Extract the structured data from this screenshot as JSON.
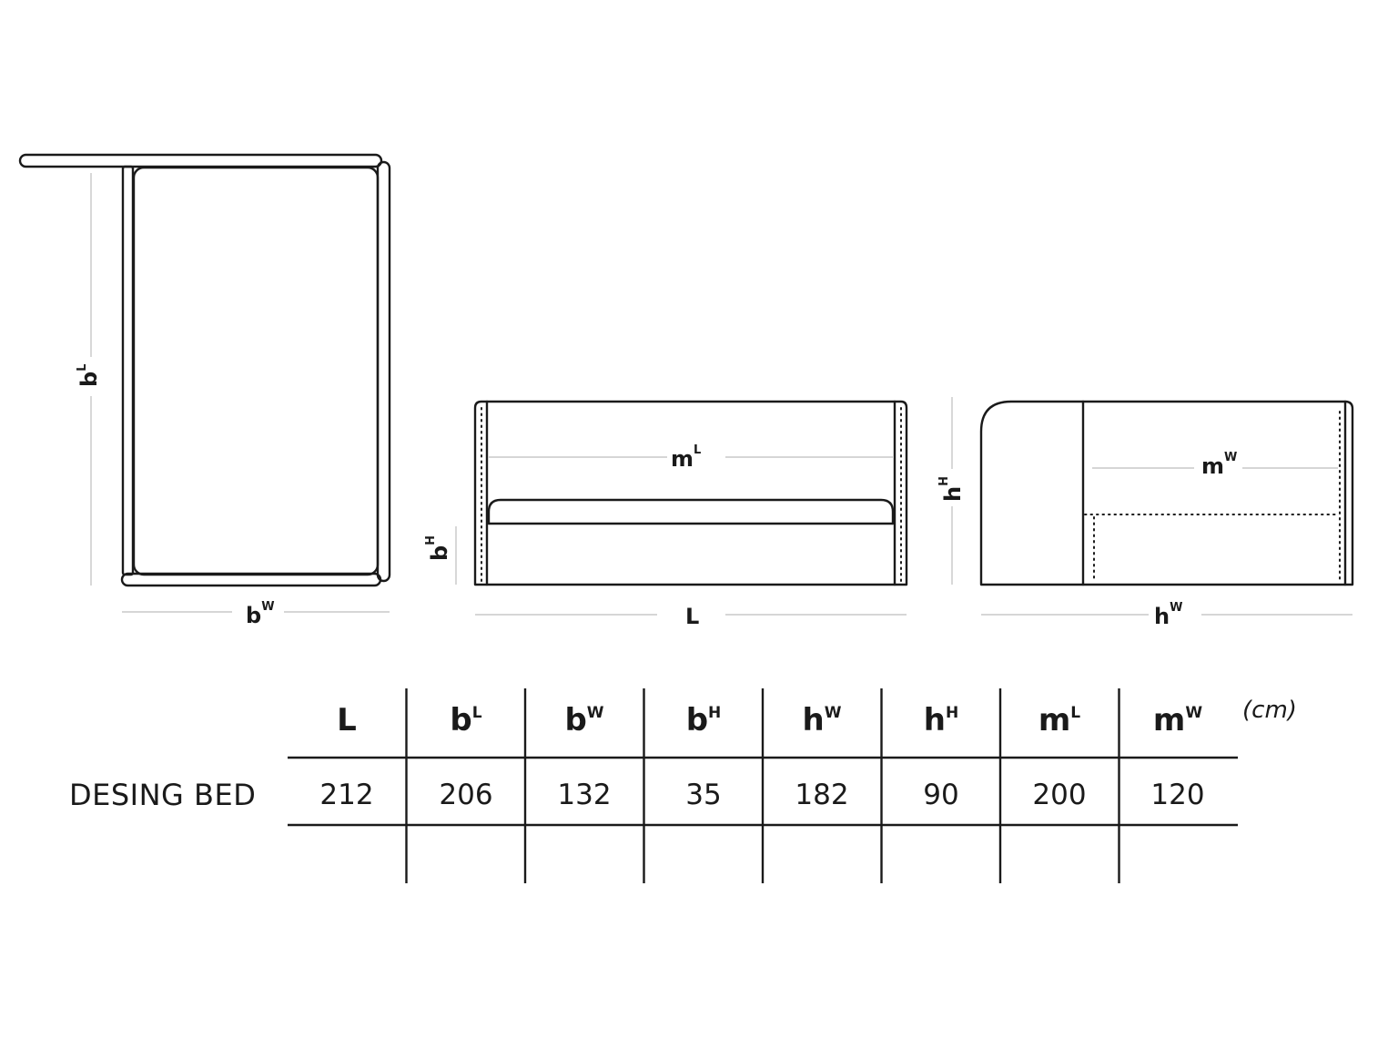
{
  "diagrams": {
    "top_view": {
      "dim_height": {
        "base": "b",
        "sup": "L"
      },
      "dim_width": {
        "base": "b",
        "sup": "W"
      }
    },
    "front_view": {
      "dim_inner": {
        "base": "m",
        "sup": "L"
      },
      "dim_height": {
        "base": "b",
        "sup": "H"
      },
      "dim_length": {
        "base": "L",
        "sup": ""
      }
    },
    "side_view": {
      "dim_inner": {
        "base": "m",
        "sup": "W"
      },
      "dim_height": {
        "base": "h",
        "sup": "H"
      },
      "dim_width": {
        "base": "h",
        "sup": "W"
      }
    }
  },
  "table": {
    "unit": "(cm)",
    "columns": [
      {
        "base": "L",
        "sup": ""
      },
      {
        "base": "b",
        "sup": "L"
      },
      {
        "base": "b",
        "sup": "W"
      },
      {
        "base": "b",
        "sup": "H"
      },
      {
        "base": "h",
        "sup": "W"
      },
      {
        "base": "h",
        "sup": "H"
      },
      {
        "base": "m",
        "sup": "L"
      },
      {
        "base": "m",
        "sup": "W"
      }
    ],
    "rows": [
      {
        "name": "DESING BED",
        "values": [
          "212",
          "206",
          "132",
          "35",
          "182",
          "90",
          "200",
          "120"
        ]
      }
    ]
  }
}
